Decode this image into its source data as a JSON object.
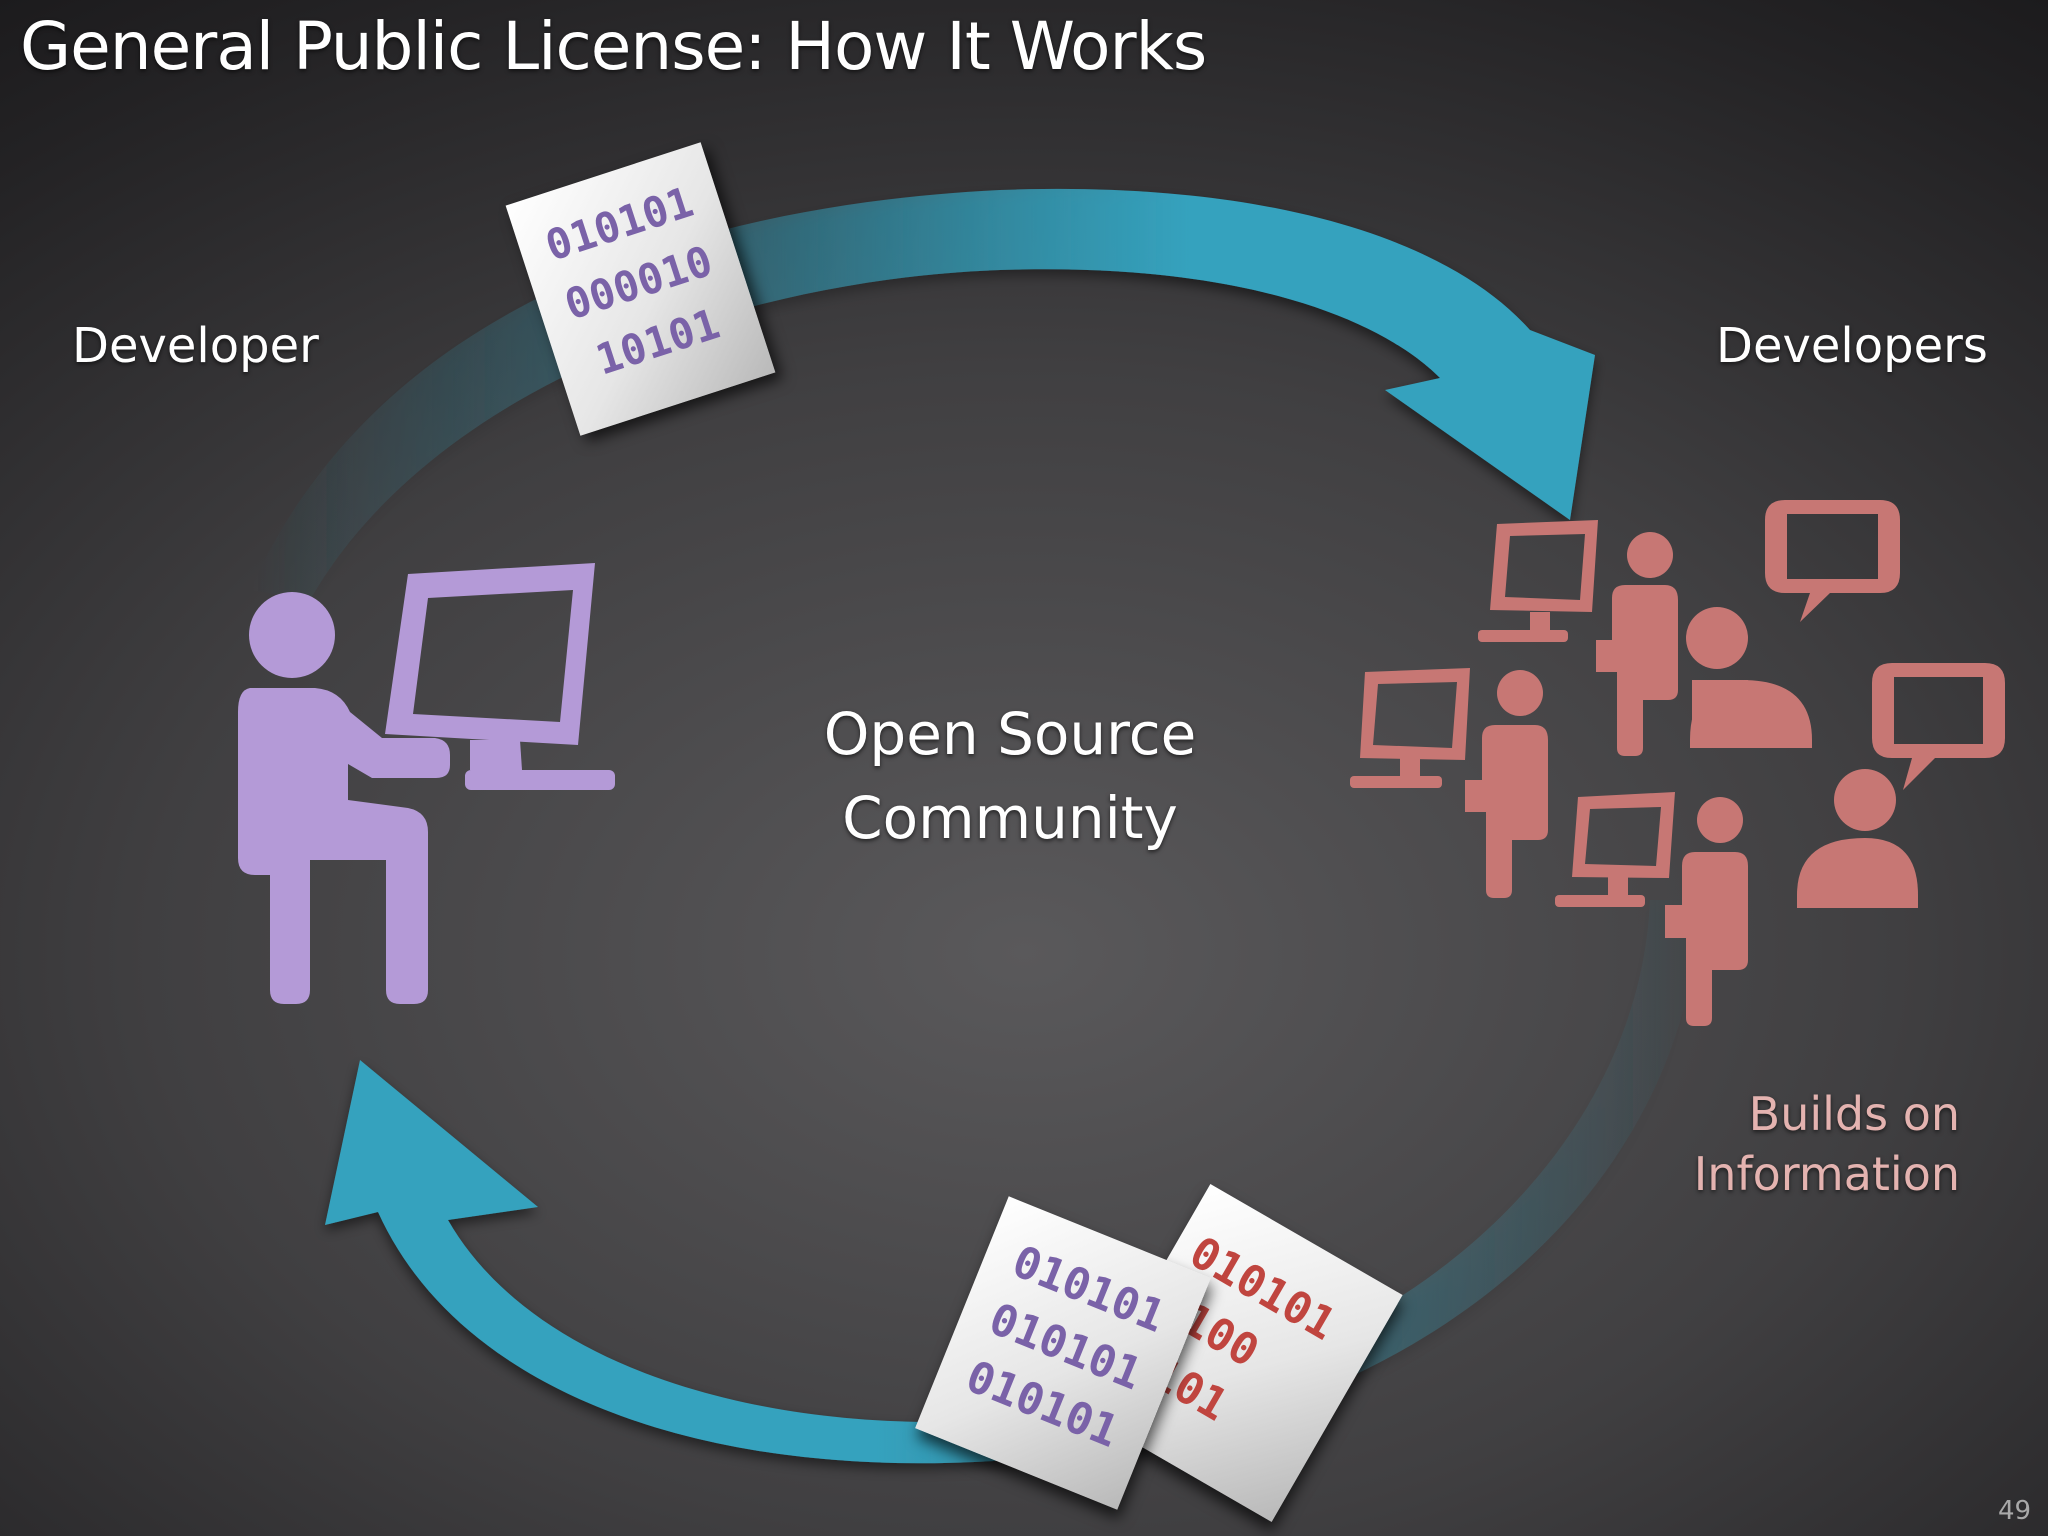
{
  "slide": {
    "title": "General Public License: How It Works",
    "page_number": "49"
  },
  "labels": {
    "developer": "Developer",
    "developers": "Developers",
    "center_line1": "Open Source",
    "center_line2": "Community",
    "builds_line1": "Builds on",
    "builds_line2": "Information"
  },
  "papers": {
    "top": [
      "010101",
      "000010",
      "10101"
    ],
    "red": [
      "010101",
      "0100",
      "0101"
    ],
    "purple": [
      "010101",
      "010101",
      "010101"
    ]
  },
  "colors": {
    "arrow": "#35a2be",
    "developer_icon": "#b49ad7",
    "developers_icon": "#c77774",
    "binary_purple": "#7a62a8",
    "binary_red": "#c0453f",
    "builds_text": "#e4b3b0"
  },
  "icons": {
    "developer": "person-at-computer-icon",
    "developers": "group-of-developers-icon",
    "arrow_top": "curved-arrow-right-icon",
    "arrow_bottom": "curved-arrow-left-icon"
  }
}
